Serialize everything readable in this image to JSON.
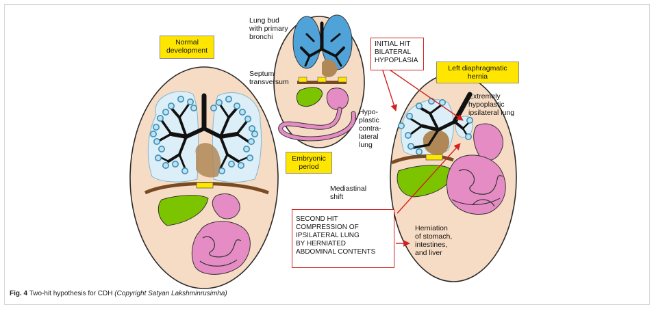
{
  "labels": {
    "normal_development": "Normal\ndevelopment",
    "lung_bud": "Lung bud\nwith primary\nbronchi",
    "septum_transversum": "Septum\ntransversum",
    "embryonic_period": "Embryonic\nperiod",
    "initial_hit": "INITIAL HIT\nBILATERAL\nHYPOPLASIA",
    "left_diaphragmatic_hernia": "Left diaphragmatic\nhernia",
    "extremely_hypoplastic": "Extremely\nhypoplastic\nipsilateral lung",
    "hypoplastic_contralateral": "Hypo-\nplastic\ncontra-\nlateral\nlung",
    "mediastinal_shift": "Mediastinal\nshift",
    "second_hit": "SECOND HIT\nCOMPRESSION OF\nIPSILATERAL LUNG\nBY HERNIATED\nABDOMINAL CONTENTS",
    "herniation": "Herniation\nof stomach,\nintestines,\nand liver"
  },
  "caption": {
    "fig_number": "Fig. 4",
    "text": " Two-hit hypothesis for CDH ",
    "copyright": "(Copyright Satyan Lakshminrusimha)"
  },
  "colors": {
    "airway": "#111111",
    "alveoli": "#3b8fb5",
    "lung_fill": "#dceef7",
    "embryo_lung": "#4fa3d8",
    "diaphragm": "#7a4a22",
    "liver": "#7cc400",
    "stomach": "#e58cc4",
    "heart": "#b08858",
    "skin": "#f6dcc4",
    "label_box": "#ffe600",
    "hit_box_border": "#d32020"
  }
}
